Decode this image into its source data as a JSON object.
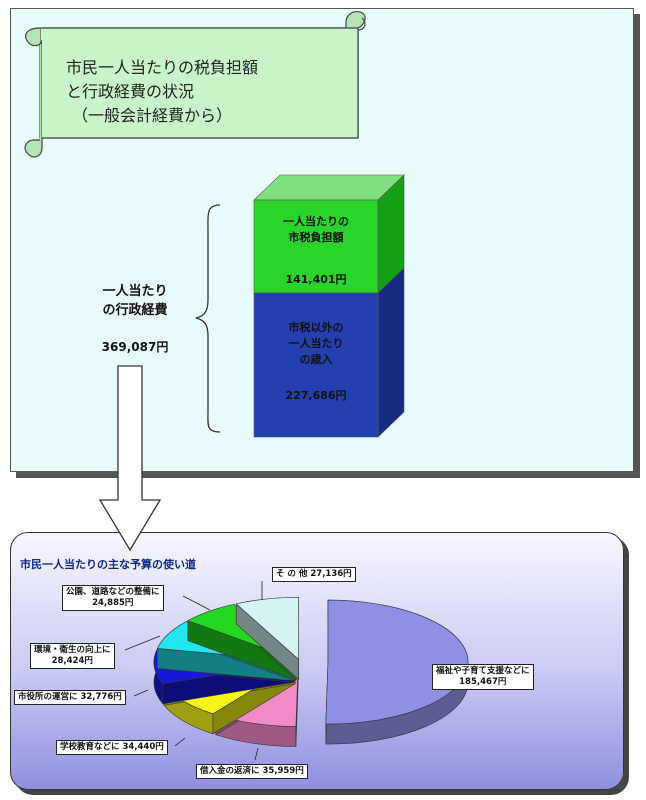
{
  "header": {
    "title_line1": "市民一人当たりの税負担額",
    "title_line2": "と行政経費の状況",
    "title_line3": "（一般会計経費から）"
  },
  "per_capita": {
    "label_line1": "一人当たり",
    "label_line2": "の行政経費",
    "value": "369,087円"
  },
  "bar": {
    "top_line1": "一人当たりの",
    "top_line2": "市税負担額",
    "top_value": "141,401円",
    "bottom_line1": "市税以外の",
    "bottom_line2": "一人当たり",
    "bottom_line3": "の歳入",
    "bottom_value": "227,686円",
    "colors": {
      "top": "#2ad42a",
      "bottom": "#2440b0"
    }
  },
  "chart_title": "市民一人当たりの主な予算の使い道",
  "chart_data": {
    "type": "pie",
    "title": "市民一人当たりの主な予算の使い道",
    "slices": [
      {
        "label": "福祉や子育て支援などに",
        "value_text": "185,467円",
        "value": 185467,
        "color": "#8f8fe6"
      },
      {
        "label": "借入金の返済に",
        "value_text": "35,959円",
        "value": 35959,
        "color": "#f38ac8"
      },
      {
        "label": "学校教育などに",
        "value_text": "34,440円",
        "value": 34440,
        "color": "#f5f51a"
      },
      {
        "label": "市役所の運営に",
        "value_text": "32,776円",
        "value": 32776,
        "color": "#1818d8"
      },
      {
        "label": "環境・衛生の向上に",
        "value_text": "28,424円",
        "value": 28424,
        "color": "#22e6f0"
      },
      {
        "label": "公園、道路などの整備に",
        "value_text": "24,885円",
        "value": 24885,
        "color": "#22d822"
      },
      {
        "label": "その他",
        "value_text": "27,136円",
        "value": 27136,
        "color": "#d4f4f4"
      }
    ]
  },
  "pie_labels": {
    "welfare_1": "福祉や子育て支援などに",
    "welfare_2": "185,467円",
    "debt": "借入金の返済に 35,959円",
    "school": "学校教育などに 34,440円",
    "office": "市役所の運営に 32,776円",
    "env_1": "環境・衛生の向上に",
    "env_2": "28,424円",
    "park_1": "公園、道路などの整備に",
    "park_2": "24,885円",
    "other": "そ の 他 27,136円"
  }
}
